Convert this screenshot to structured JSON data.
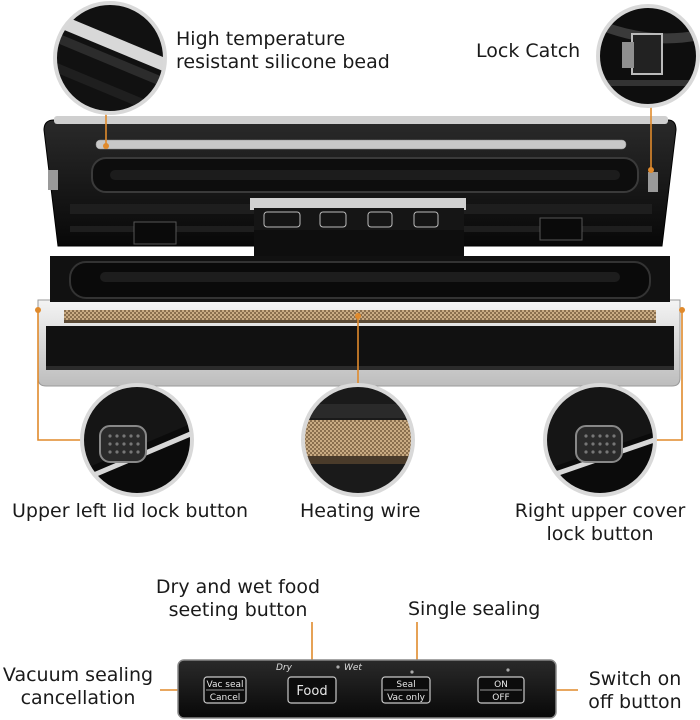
{
  "callouts": {
    "silicone_bead": "High temperature\nresistant silicone bead",
    "lock_catch": "Lock Catch",
    "upper_left_lock": "Upper left lid lock button",
    "heating_wire": "Heating wire",
    "right_upper_lock": "Right upper cover\nlock button",
    "dry_wet_food": "Dry and wet food\nseeting button",
    "single_sealing": "Single sealing",
    "vacuum_cancel": "Vacuum sealing\ncancellation",
    "switch_on_off": "Switch on\noff button"
  },
  "control_panel": {
    "dry_label": "Dry",
    "wet_label": "Wet",
    "vac_seal_top": "Vac seal",
    "vac_seal_bottom": "Cancel",
    "food": "Food",
    "seal_top": "Seal",
    "seal_bottom": "Vac only",
    "on": "ON",
    "off": "OFF"
  },
  "colors": {
    "callout_line": "#e08a2c",
    "body_dark": "#141414",
    "heating_strip": "#b89a74",
    "silver": "#d9d9d9"
  }
}
